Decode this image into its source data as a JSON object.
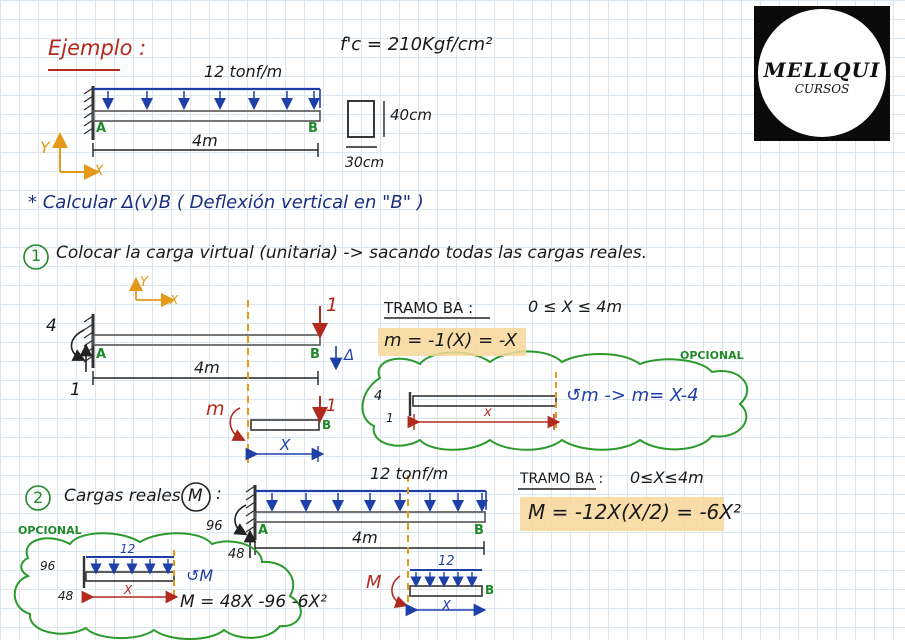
{
  "header": {
    "title": "Ejemplo :",
    "fc_label": "f'c = 210Kgf/cm²"
  },
  "beam1": {
    "load": "12 tonf/m",
    "length": "4m",
    "support_a": "A",
    "end_b": "B",
    "section_height": "40cm",
    "section_width": "30cm",
    "axis_y": "Y",
    "axis_x": "X"
  },
  "task": {
    "text": "* Calcular Δ(v)B  ( Deflexión vertical en \"B\" )"
  },
  "step1": {
    "number": "1",
    "text": "Colocar la carga virtual (unitaria) -> sacando todas las cargas reales.",
    "moment_reaction": "4",
    "vertical_reaction": "1",
    "point_load": "1",
    "length": "4m",
    "support_a": "A",
    "end_b": "B",
    "delta": "Δ",
    "axis_y": "Y",
    "axis_x": "X",
    "cut_moment": "m",
    "cut_load": "1",
    "cut_end": "B",
    "cut_x": "X",
    "tramo_title": "TRAMO BA :",
    "tramo_range": "0 ≤ X ≤ 4m",
    "equation": "m = -1(X) = -X",
    "opcional": "OPCIONAL",
    "opt_moment": "4",
    "opt_reaction": "1",
    "opt_x": "x",
    "opt_equation": "↺m -> m= X-4"
  },
  "step2": {
    "number": "2",
    "text": "Cargas reales",
    "circle_letter": "M",
    "colon": ":",
    "load": "12 tonf/m",
    "moment_reaction": "96",
    "vertical_reaction": "48",
    "length": "4m",
    "support_a": "A",
    "end_b": "B",
    "tramo_title": "TRAMO BA :",
    "tramo_range": "0≤X≤4m",
    "equation": "M = -12X(X/2) = -6X²",
    "cut_moment": "M",
    "cut_load": "12",
    "cut_end": "B",
    "cut_x": "X",
    "opcional": "OPCIONAL",
    "opt_moment": "96",
    "opt_reaction": "48",
    "opt_load": "12",
    "opt_x": "X",
    "opt_equation_m": "↺M",
    "opt_equation": "M = 48X -96 -6X²"
  },
  "logo": {
    "line1": "MELLQUI",
    "line2": "CURSOS"
  },
  "colors": {
    "load_blue": "#1f3fa8",
    "highlight": "#f7d79a",
    "cut_orange": "#e39a1a",
    "cloud_green": "#2c9a2c",
    "red": "#b22a1e"
  }
}
